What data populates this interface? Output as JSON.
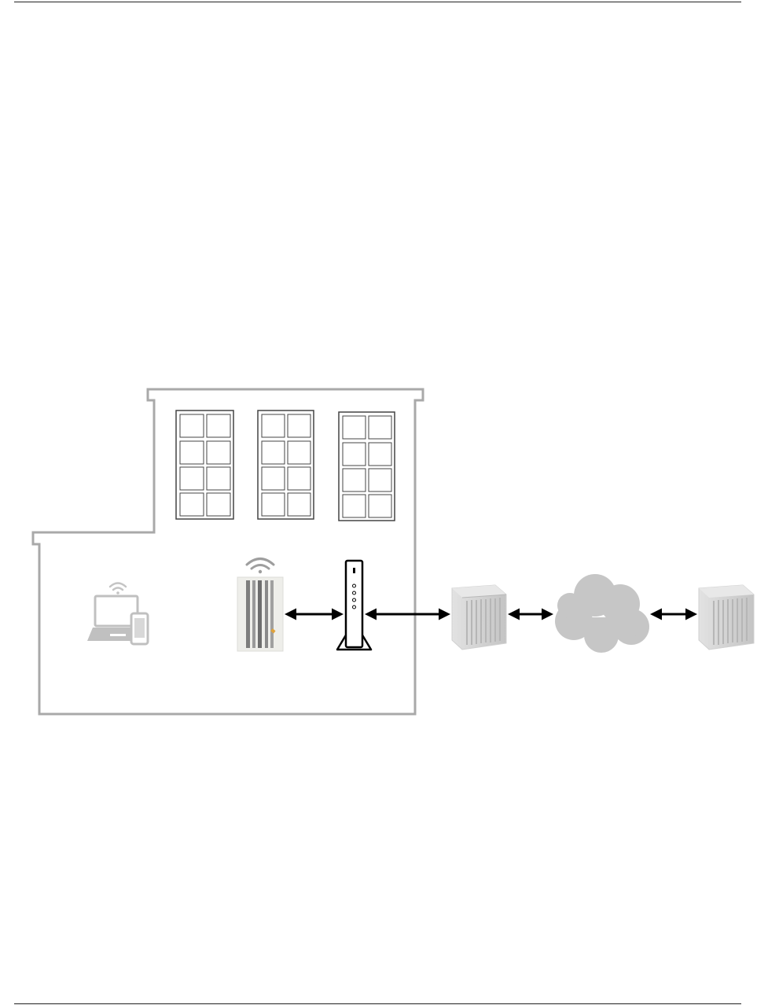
{
  "colors": {
    "building_outline": "#a9a9a9",
    "window_frame": "#444444",
    "device_gray": "#c8c8c8",
    "cloud_gray": "#c6c6c6",
    "arrow": "#000000",
    "modem_outline": "#000000",
    "accent": "#e0a23a"
  },
  "icons": [
    "wifi-icon",
    "laptop-icon",
    "phone-icon",
    "access-point-icon",
    "cable-modem-icon",
    "cmts-rack-icon",
    "cloud-icon",
    "server-rack-icon"
  ],
  "connections": [
    [
      "access-point",
      "cable-modem"
    ],
    [
      "cable-modem",
      "cmts-rack"
    ],
    [
      "cmts-rack",
      "cloud"
    ],
    [
      "cloud",
      "server-rack"
    ]
  ]
}
